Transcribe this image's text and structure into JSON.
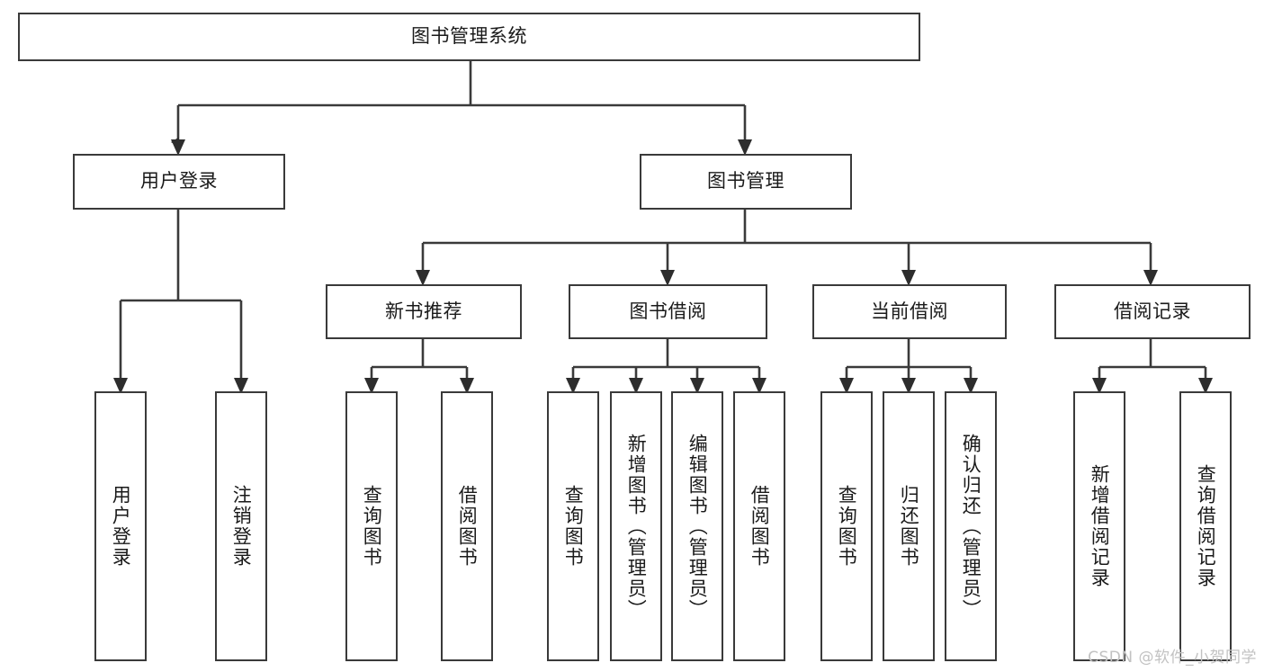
{
  "diagram": {
    "type": "tree-hierarchy",
    "title": "图书管理系统",
    "root": {
      "id": "root",
      "label": "图书管理系统"
    },
    "level2": [
      {
        "id": "user-login",
        "label": "用户登录"
      },
      {
        "id": "book-management",
        "label": "图书管理"
      }
    ],
    "level3": [
      {
        "id": "new-book-recommend",
        "label": "新书推荐",
        "parent": "book-management"
      },
      {
        "id": "book-borrow",
        "label": "图书借阅",
        "parent": "book-management"
      },
      {
        "id": "current-borrow",
        "label": "当前借阅",
        "parent": "book-management"
      },
      {
        "id": "borrow-record",
        "label": "借阅记录",
        "parent": "book-management"
      }
    ],
    "leaves": {
      "user-login": [
        {
          "id": "leaf-user-login",
          "label": "用户登录"
        },
        {
          "id": "leaf-user-logout",
          "label": "注销登录"
        }
      ],
      "new-book-recommend": [
        {
          "id": "leaf-query-book-1",
          "label": "查询图书"
        },
        {
          "id": "leaf-borrow-book-1",
          "label": "借阅图书"
        }
      ],
      "book-borrow": [
        {
          "id": "leaf-query-book-2",
          "label": "查询图书"
        },
        {
          "id": "leaf-add-book",
          "label": "新增图书（管理员）"
        },
        {
          "id": "leaf-edit-book",
          "label": "编辑图书（管理员）"
        },
        {
          "id": "leaf-borrow-book-2",
          "label": "借阅图书"
        }
      ],
      "current-borrow": [
        {
          "id": "leaf-query-book-3",
          "label": "查询图书"
        },
        {
          "id": "leaf-return-book",
          "label": "归还图书"
        },
        {
          "id": "leaf-confirm-return",
          "label": "确认归还（管理员）"
        }
      ],
      "borrow-record": [
        {
          "id": "leaf-add-record",
          "label": "新增借阅记录"
        },
        {
          "id": "leaf-query-record",
          "label": "查询借阅记录"
        }
      ]
    }
  },
  "watermark": {
    "text": "CSDN @软件_小贺同学"
  },
  "colors": {
    "stroke": "#3a3a3a",
    "background": "#ffffff",
    "text": "#1a1a1a",
    "watermark": "#c2c2c2"
  }
}
